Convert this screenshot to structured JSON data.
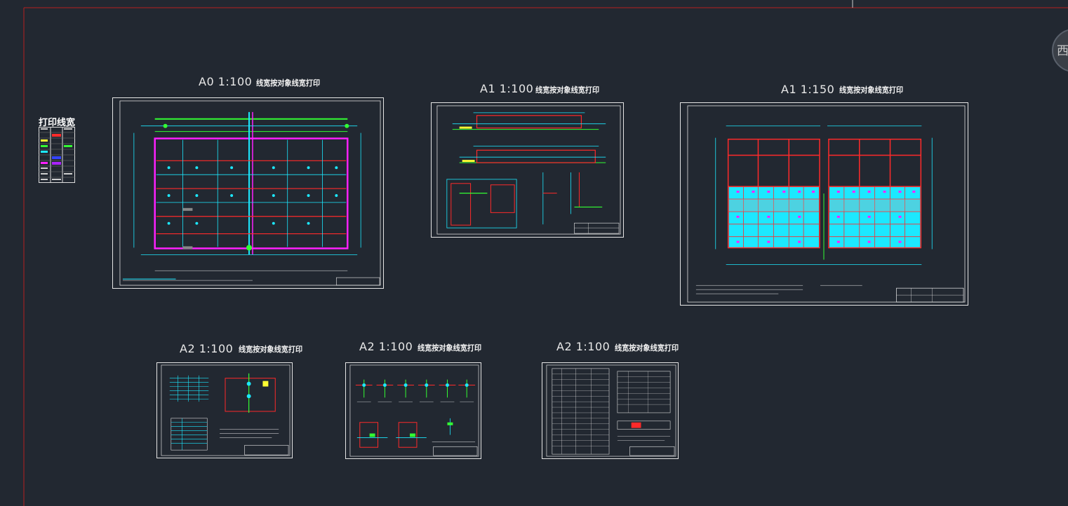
{
  "canvas": {
    "background": "#222831",
    "frame_color": "#b52020"
  },
  "compass": {
    "label": "西"
  },
  "legend": {
    "title": "打印线宽"
  },
  "sheets": [
    {
      "scale": "A0  1:100",
      "note": "线宽按对象线宽打印"
    },
    {
      "scale": "A1  1:100",
      "note": "线宽按对象线宽打印"
    },
    {
      "scale": "A1  1:150",
      "note": "线宽按对象线宽打印"
    },
    {
      "scale": "A2  1:100",
      "note": "线宽按对象线宽打印"
    },
    {
      "scale": "A2  1:100",
      "note": "线宽按对象线宽打印"
    },
    {
      "scale": "A2  1:100",
      "note": "线宽按对象线宽打印"
    }
  ],
  "colors": {
    "paper_border": "#e6e6e6",
    "red": "#ff2a2a",
    "magenta": "#ff20ff",
    "cyan": "#1ce8ff",
    "green": "#33ff33",
    "yellow": "#ffff33",
    "white": "#f0f0f0"
  }
}
